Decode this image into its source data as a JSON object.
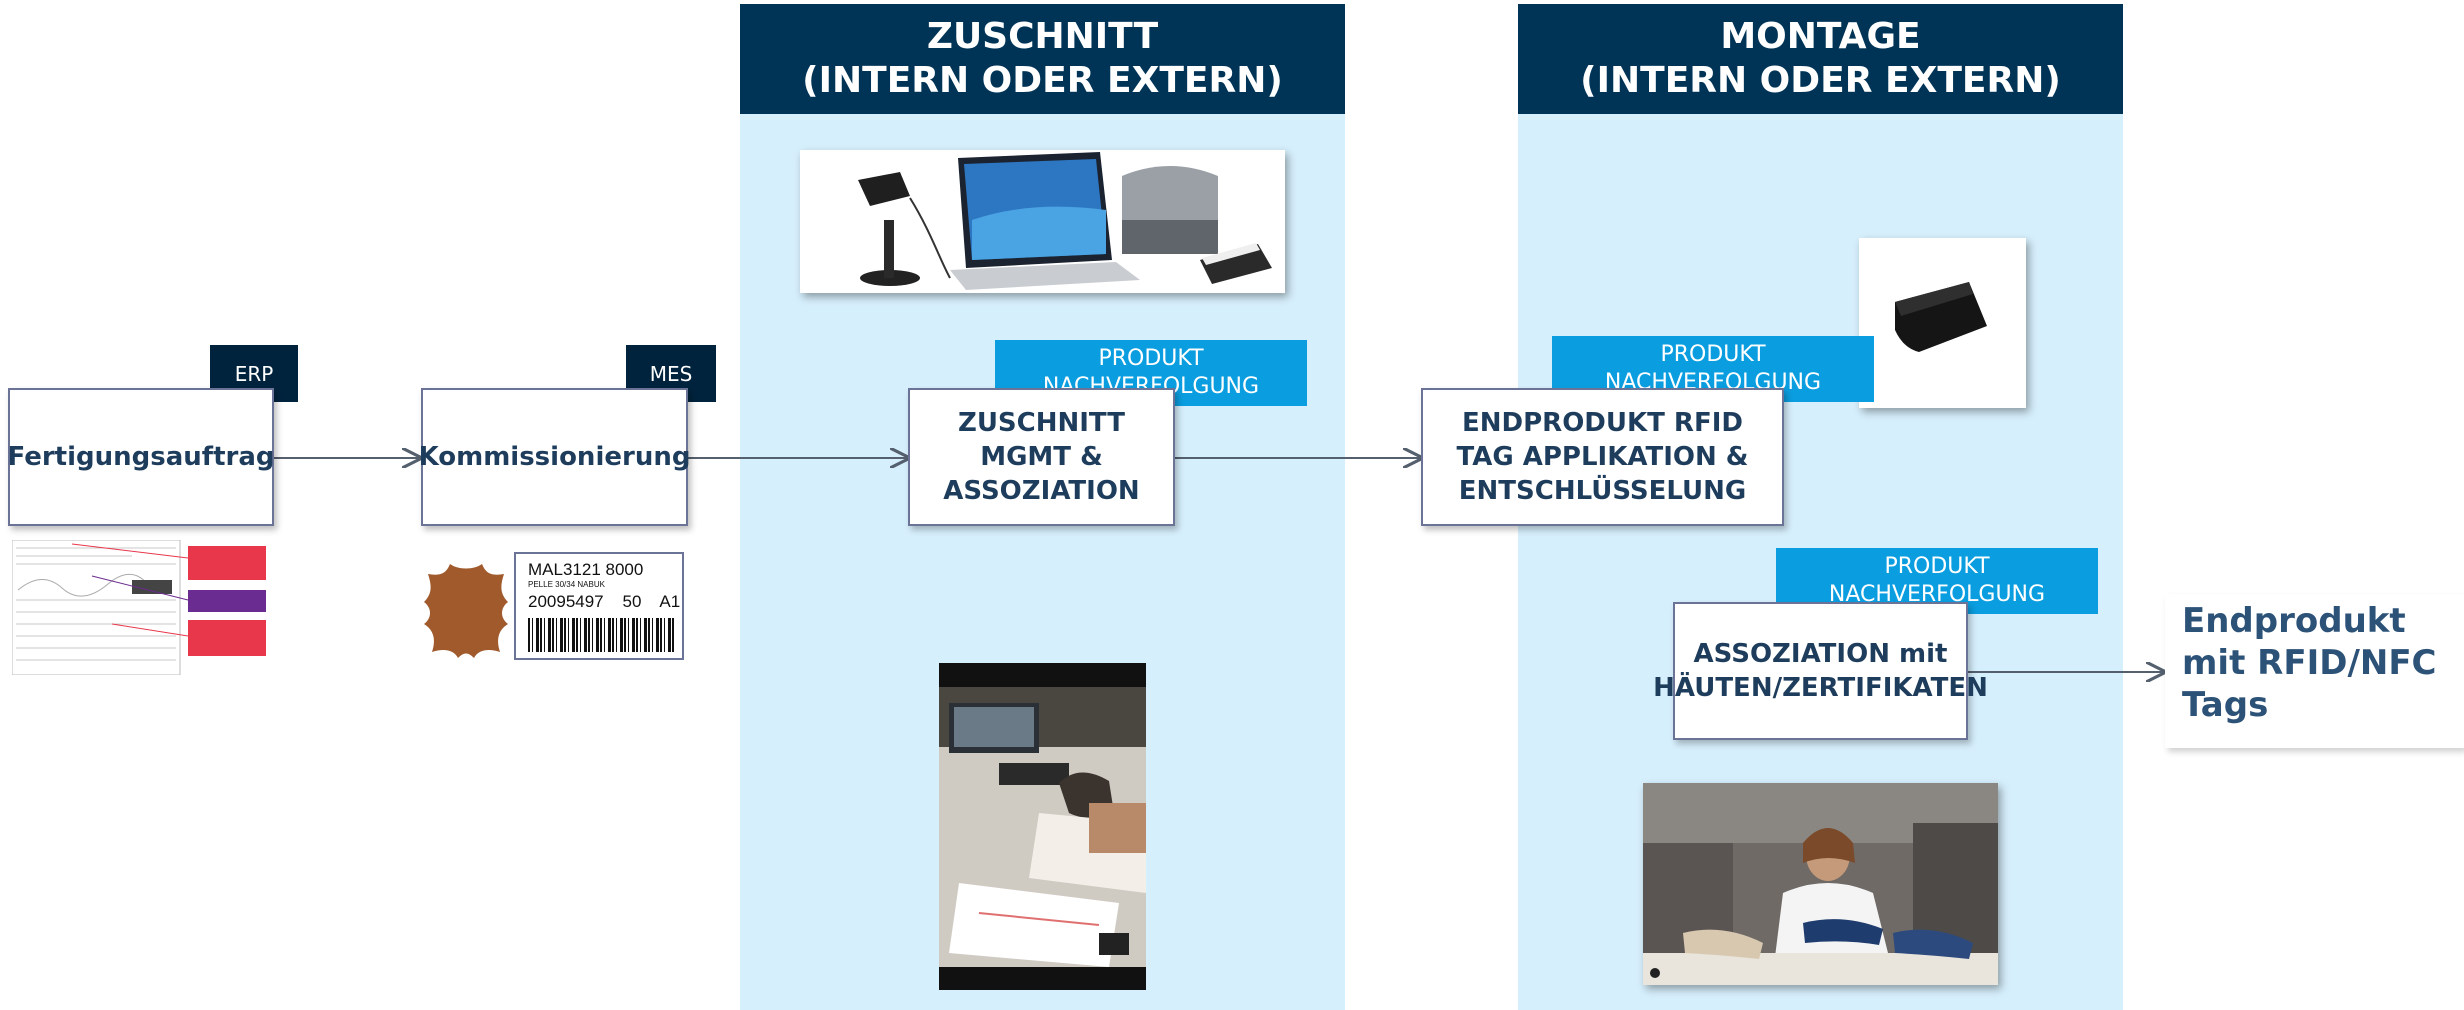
{
  "lanes": {
    "cutting": {
      "title": "ZUSCHNITT\n(INTERN ODER EXTERN)"
    },
    "assembly": {
      "title": "MONTAGE\n(INTERN ODER EXTERN)"
    }
  },
  "steps": {
    "production_order": {
      "label": "Fertigungsauftrag",
      "system": "ERP"
    },
    "picking": {
      "label": "Kommissionierung",
      "system": "MES"
    },
    "cutting_mgmt": {
      "label": "ZUSCHNITT MGMT & ASSOZIATION",
      "tag_line1": "PRODUKT",
      "tag_line2": "NACHVERFOLGUNG"
    },
    "rfid_application": {
      "label": "ENDPRODUKT RFID TAG APPLIKATION & ENTSCHLÜSSELUNG",
      "tag_line1": "PRODUKT",
      "tag_line2": "NACHVERFOLGUNG"
    },
    "hide_association": {
      "label": "ASSOZIATION mit HÄUTEN/ZERTIFIKATEN",
      "tag_line1": "PRODUKT",
      "tag_line2": "NACHVERFOLGUNG"
    }
  },
  "output": {
    "label": "Endprodukt\nmit RFID/NFC\nTags"
  },
  "label_card": {
    "line1": "MAL3121 8000",
    "line2": "PELLE 30/34 NABUK",
    "line3": "20095497    50    A1"
  },
  "colors": {
    "lane_bg": "#d6effc",
    "header_bg": "#003457",
    "tag_blue": "#0a9ee0",
    "tag_dark": "#00233d",
    "text_dark": "#1e3d5c"
  }
}
